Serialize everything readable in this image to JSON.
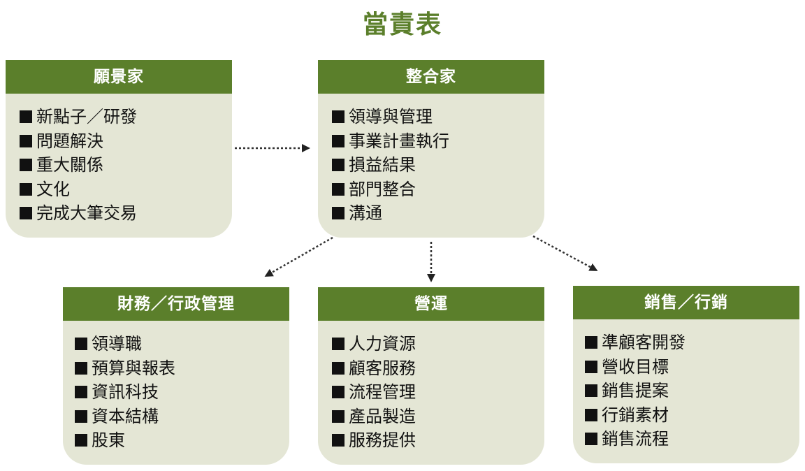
{
  "title": "當責表",
  "colors": {
    "header_green": "#5b7f2b",
    "card_bg": "#e4e6d5",
    "arrow": "#333333"
  },
  "bullet_icon": "black-square-icon",
  "cards": {
    "visionary": {
      "title": "願景家",
      "items": [
        "新點子／研發",
        "問題解決",
        "重大關係",
        "文化",
        "完成大筆交易"
      ]
    },
    "integrator": {
      "title": "整合家",
      "items": [
        "領導與管理",
        "事業計畫執行",
        "損益結果",
        "部門整合",
        "溝通"
      ]
    },
    "finance": {
      "title": "財務／行政管理",
      "items": [
        "領導職",
        "預算與報表",
        "資訊科技",
        "資本結構",
        "股東"
      ]
    },
    "operations": {
      "title": "營運",
      "items": [
        "人力資源",
        "顧客服務",
        "流程管理",
        "產品製造",
        "服務提供"
      ]
    },
    "sales": {
      "title": "銷售／行銷",
      "items": [
        "準顧客開發",
        "營收目標",
        "銷售提案",
        "行銷素材",
        "銷售流程"
      ]
    }
  }
}
